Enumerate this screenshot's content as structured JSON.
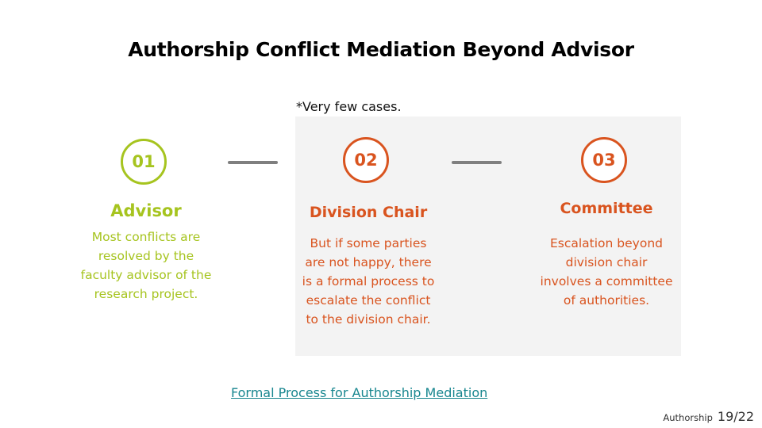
{
  "title": "Authorship Conflict Mediation Beyond Advisor",
  "note": "*Very few cases.",
  "steps": [
    {
      "number": "01",
      "title": "Advisor",
      "description": "Most conflicts are resolved by the faculty advisor of the research project.",
      "color": "#a6c41f"
    },
    {
      "number": "02",
      "title": "Division Chair",
      "description": "But if some parties are not happy, there is a formal process to escalate the conflict to the division chair.",
      "color": "#d9541f"
    },
    {
      "number": "03",
      "title": "Committee",
      "description": "Escalation beyond division chair involves a committee of authorities.",
      "color": "#d9541f"
    }
  ],
  "link": {
    "label": "Formal Process for Authorship Mediation",
    "color": "#18868f"
  },
  "footer": {
    "section": "Authorship",
    "page": "19/22"
  },
  "colors": {
    "panel": "#f3f3f3",
    "connector": "#7f7f7f"
  }
}
